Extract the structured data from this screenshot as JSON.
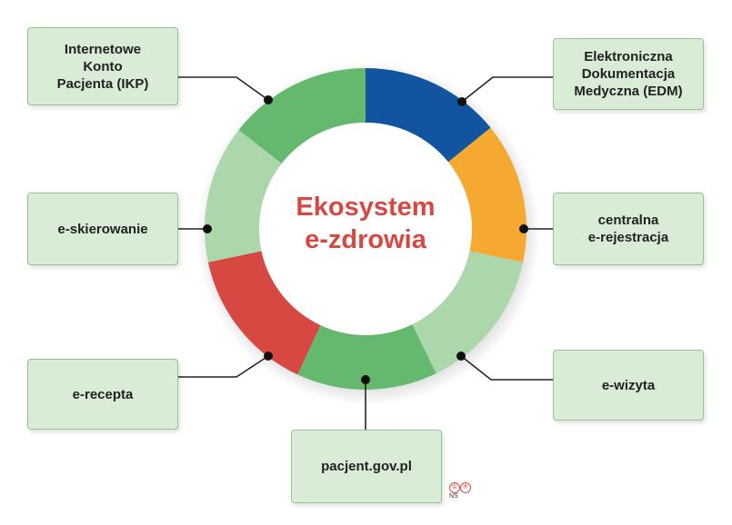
{
  "title": "Ekosystem\ne-zdrowia",
  "segment_colors": [
    "#1155a0",
    "#f5a930",
    "#acd6ab",
    "#64b96e",
    "#d84843",
    "#acd6ab",
    "#64b96e"
  ],
  "boxes": {
    "ikp": "Internetowe\nKonto\nPacjenta (IKP)",
    "edm": "Elektroniczna\nDokumentacja\nMedyczna (EDM)",
    "skierowanie": "e-skierowanie",
    "rejestracja": "centralna\ne-rejestracja",
    "recepta": "e-recepta",
    "wizyta": "e-wizyta",
    "pacjent": "pacjent.gov.pl"
  },
  "logo": {
    "mark": "©℗",
    "text": "NS"
  }
}
